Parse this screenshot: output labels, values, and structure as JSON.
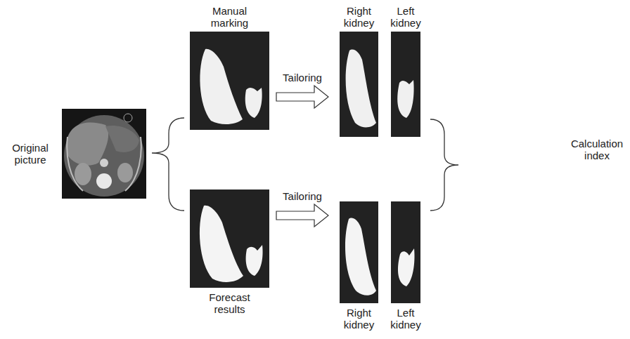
{
  "diagram": {
    "nodes": [
      {
        "text": [
          "Original picture"
        ]
      },
      {
        "text": [
          "Manual marking"
        ]
      },
      {
        "text": [
          "Right kidney"
        ]
      },
      {
        "text": [
          "Left kidney"
        ]
      },
      {
        "text": [
          "Forecast results"
        ]
      },
      {
        "text": [
          "Right kidney"
        ]
      },
      {
        "text": [
          "Left kidney"
        ]
      }
    ],
    "edges": [
      {
        "from": 1,
        "to": 2,
        "arrow": "to",
        "label": "Tailoring"
      },
      {
        "from": 4,
        "to": 5,
        "arrow": "to",
        "label": "Tailoring"
      }
    ],
    "labels": [
      "Calculation index"
    ]
  }
}
